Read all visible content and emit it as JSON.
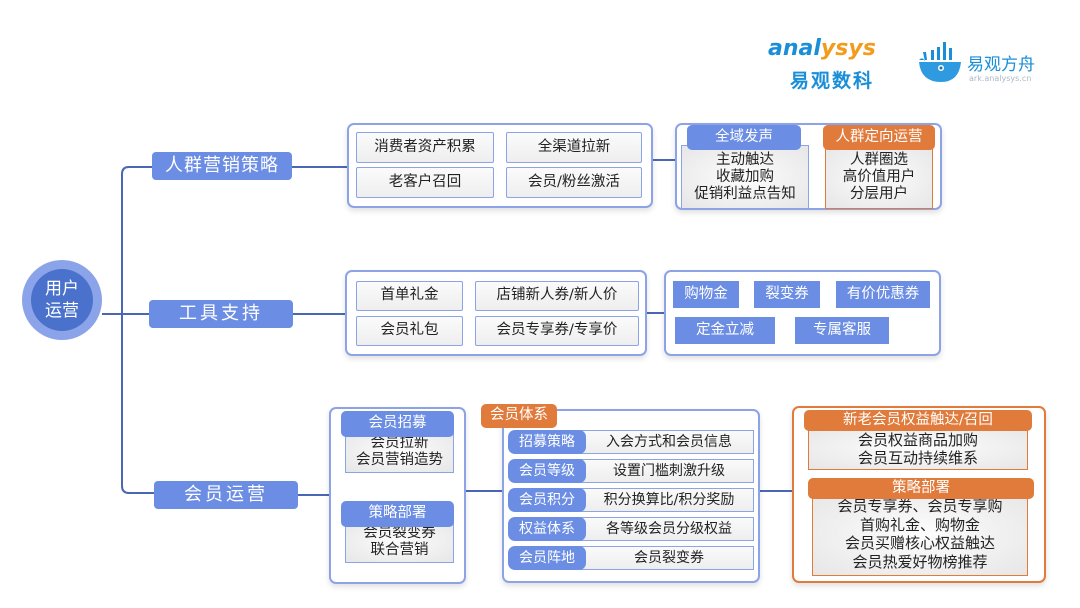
{
  "logos": {
    "analysys": {
      "en_prefix": "nalysys",
      "en_a": "a",
      "cn": "易观数科"
    },
    "ark": {
      "cn": "易观方舟",
      "url": "ark.analysys.cn"
    }
  },
  "root": {
    "line1": "用户",
    "line2": "运营"
  },
  "branches": [
    {
      "label": "人群营销策略",
      "group_a": {
        "items": [
          "消费者资产积累",
          "全渠道拉新",
          "老客户召回",
          "会员/粉丝激活"
        ]
      },
      "group_b": {
        "left": {
          "title": "全域发声",
          "lines": [
            "主动触达",
            "收藏加购",
            "促销利益点告知"
          ]
        },
        "right": {
          "title": "人群定向运营",
          "lines": [
            "人群圈选",
            "高价值用户",
            "分层用户"
          ]
        }
      }
    },
    {
      "label": "工具支持",
      "group_a": {
        "items": [
          "首单礼金",
          "店铺新人券/新人价",
          "会员礼包",
          "会员专享券/专享价"
        ]
      },
      "group_b": {
        "chips": [
          "购物金",
          "裂变券",
          "有价优惠券",
          "定金立减",
          "专属客服"
        ]
      }
    },
    {
      "label": "会员运营",
      "group_a": {
        "sections": [
          {
            "title": "会员招募",
            "lines": [
              "会员拉新",
              "会员营销造势"
            ]
          },
          {
            "title": "策略部署",
            "lines": [
              "会员裂变券",
              "联合营销"
            ]
          }
        ]
      },
      "group_b": {
        "title": "会员体系",
        "rows": [
          {
            "label": "招募策略",
            "value": "入会方式和会员信息"
          },
          {
            "label": "会员等级",
            "value": "设置门槛刺激升级"
          },
          {
            "label": "会员积分",
            "value": "积分换算比/积分奖励"
          },
          {
            "label": "权益体系",
            "value": "各等级会员分级权益"
          },
          {
            "label": "会员阵地",
            "value": "会员裂变券"
          }
        ]
      },
      "group_c": {
        "sections": [
          {
            "title": "新老会员权益触达/召回",
            "lines": [
              "会员权益商品加购",
              "会员互动持续维系"
            ]
          },
          {
            "title": "策略部署",
            "lines": [
              "会员专享券、会员专享购",
              "首购礼金、购物金",
              "会员买赠核心权益触达",
              "会员热爱好物榜推荐"
            ]
          }
        ]
      }
    }
  ],
  "colors": {
    "node_blue": "#6b8de3",
    "root_dark": "#4a72cc",
    "root_ring": "#8ba3e8",
    "accent_orange": "#e07b3c",
    "line_blue": "#4a67b5",
    "border_blue": "#8ca3e6"
  }
}
